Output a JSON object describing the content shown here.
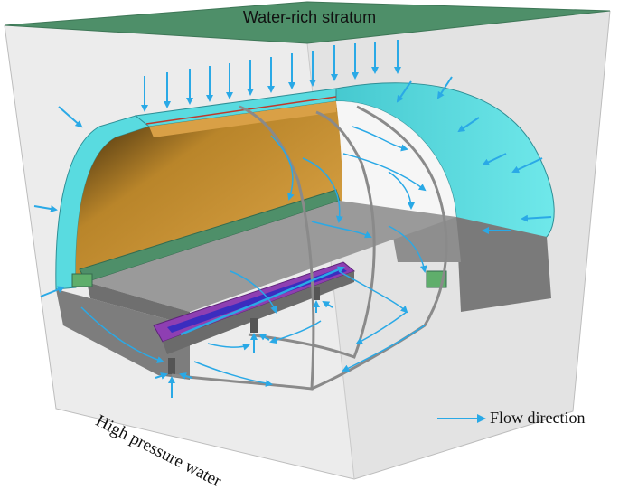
{
  "labels": {
    "top_stratum": "Water-rich stratum",
    "high_pressure": "High pressure water"
  },
  "legend": {
    "flow_label": "Flow direction",
    "arrow_icon": "arrow-right-icon"
  },
  "colors": {
    "flow_arrow": "#2aa9e6",
    "stratum_green": "#4e8f69",
    "lining_cyan": "#59dbe0",
    "interior_ochre": "#c8922f",
    "concrete_gray": "#8c8c8c",
    "drain_purple": "#8e3fb2"
  }
}
